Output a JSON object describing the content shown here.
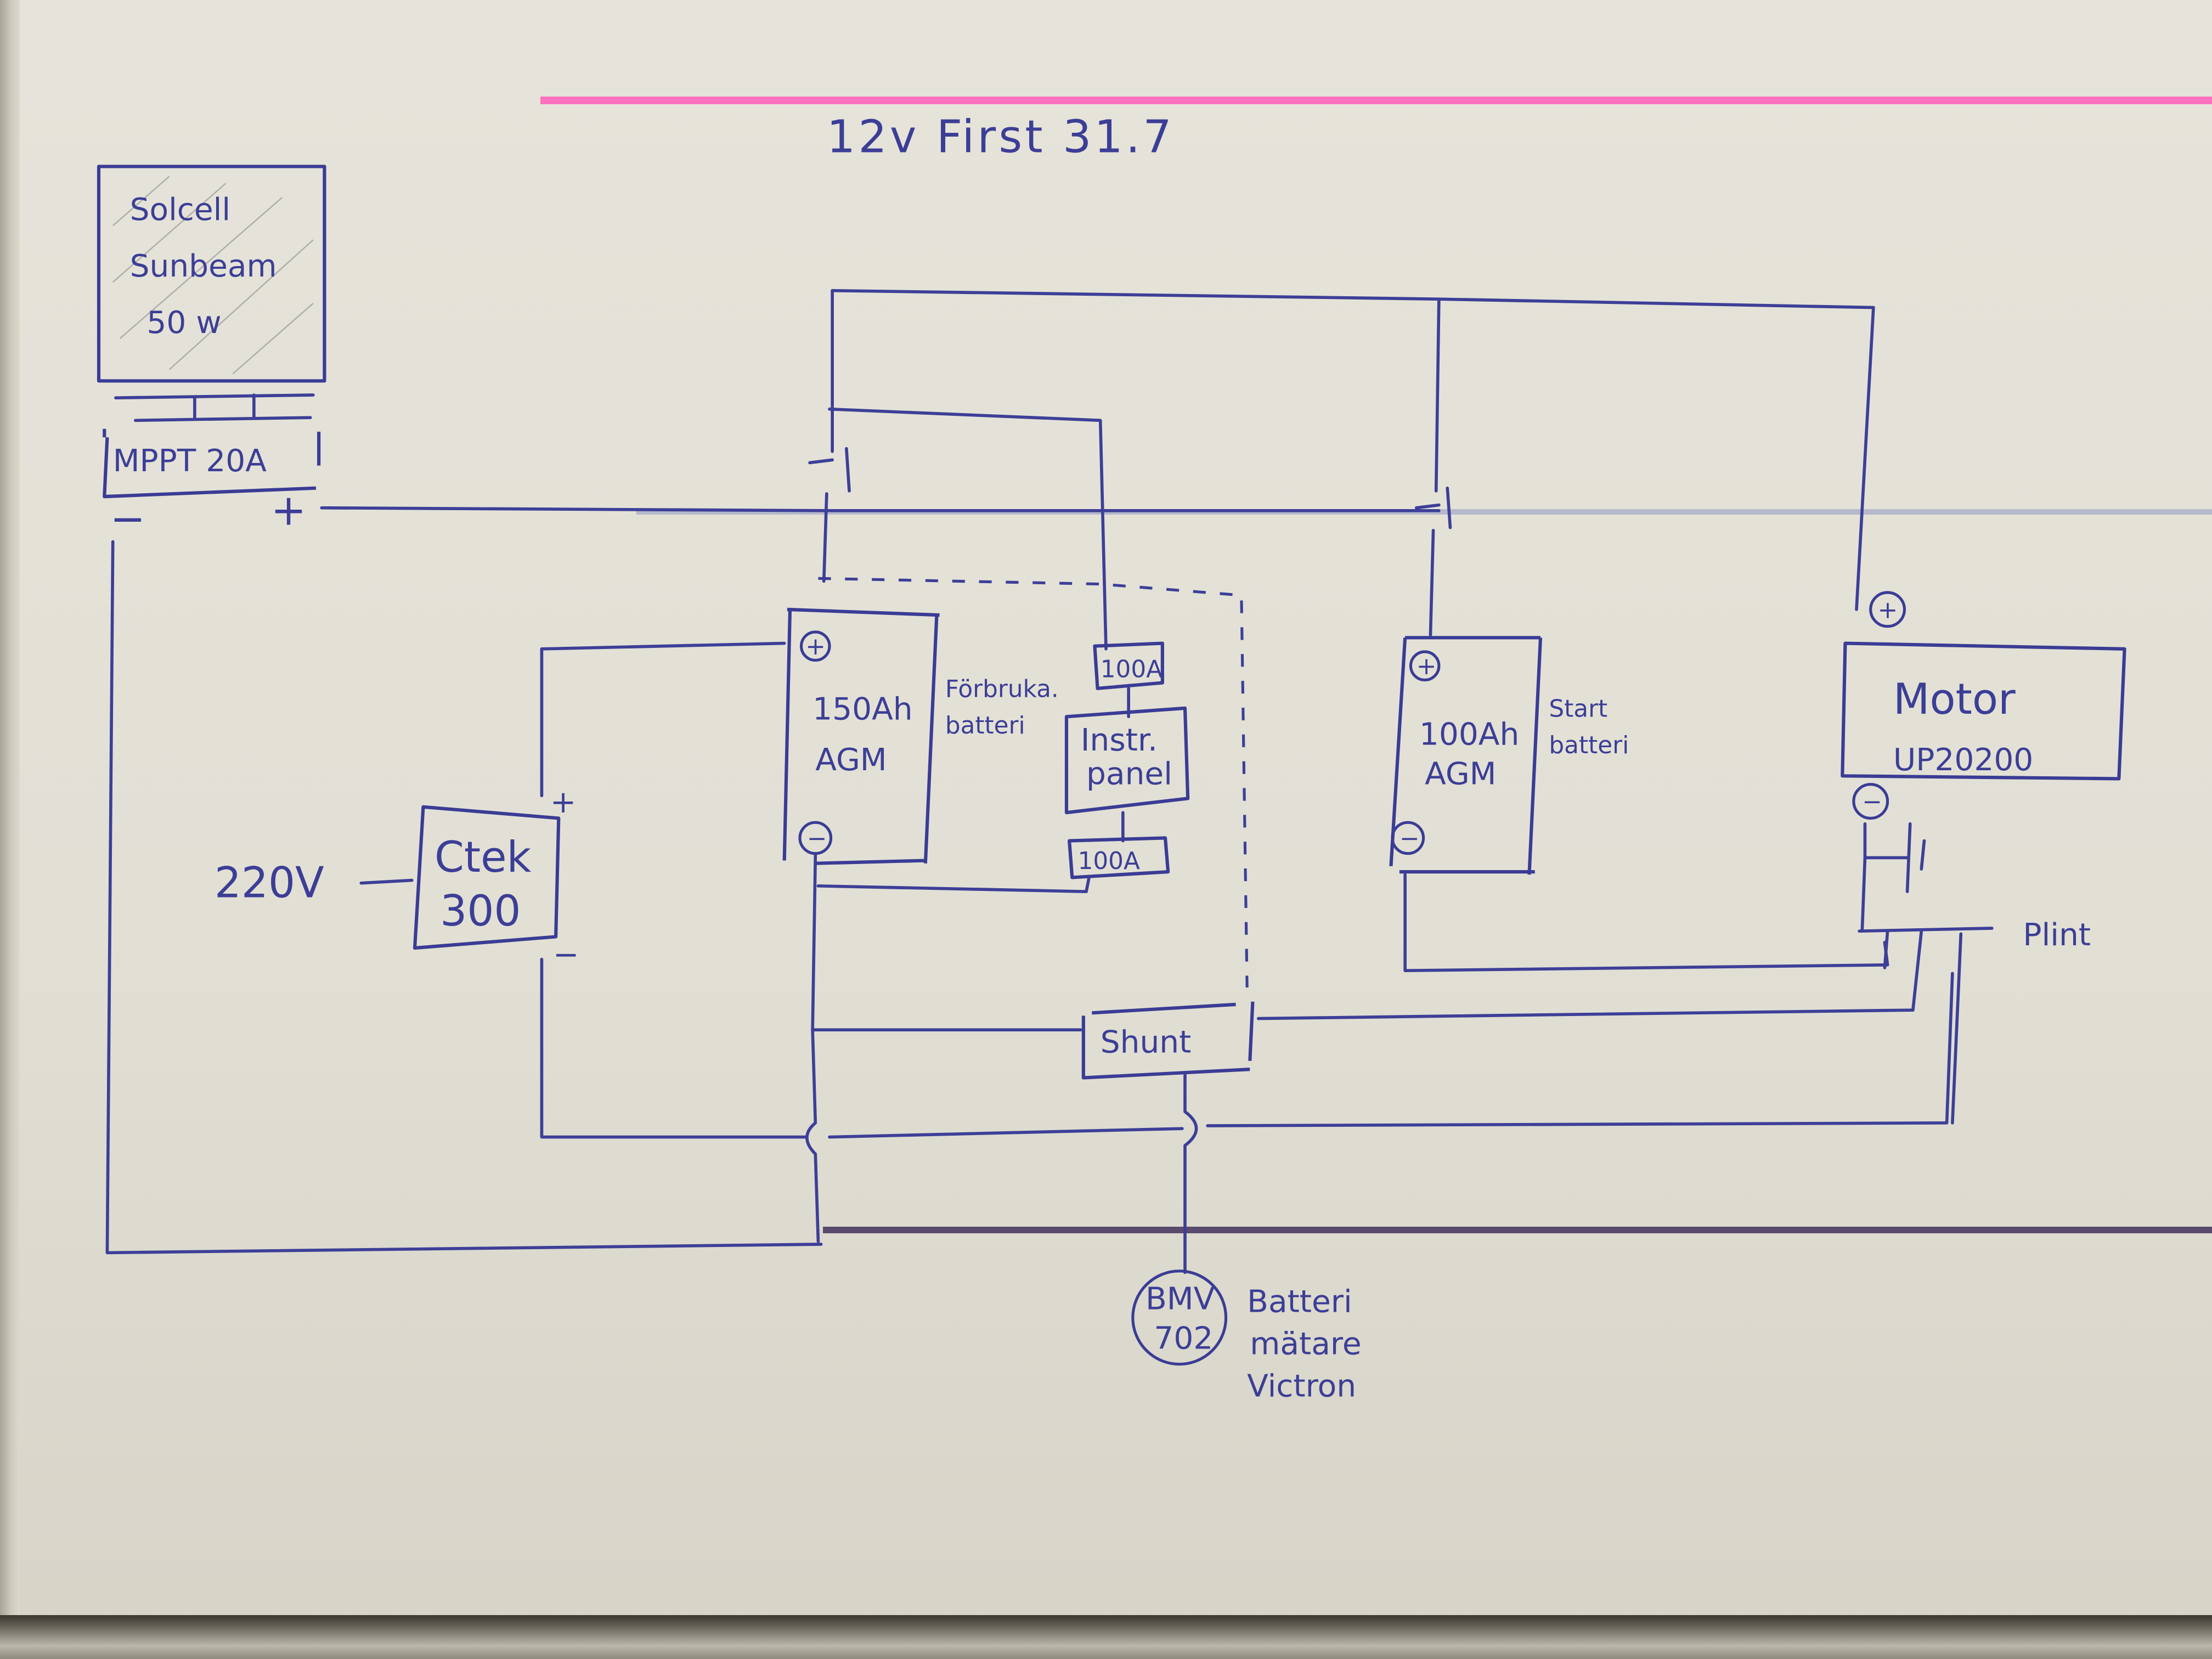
{
  "title": "12v First 31.7",
  "colors": {
    "ink": "#3c3e96",
    "paper": "#e4e2d8",
    "highlight_line": "#ff6fbf"
  },
  "components": {
    "solar_panel": {
      "line1": "Solcell",
      "line2": "Sunbeam",
      "line3": "50 w"
    },
    "mppt": {
      "label": "MPPT 20A",
      "plus": "+",
      "minus": "−"
    },
    "charger": {
      "line1": "Ctek",
      "line2": "300",
      "input": "220V",
      "plus": "+",
      "minus": "−"
    },
    "house_battery": {
      "capacity": "150Ah",
      "type": "AGM",
      "note_line1": "Förbruka.",
      "note_line2": "batteri",
      "plus": "+",
      "minus": "−"
    },
    "fuse_top": {
      "label": "100A"
    },
    "fuse_bottom": {
      "label": "100A"
    },
    "instrument_panel": {
      "line1": "Instr.",
      "line2": "panel"
    },
    "start_battery": {
      "capacity": "100Ah",
      "type": "AGM",
      "note_line1": "Start",
      "note_line2": "batteri",
      "plus": "+",
      "minus": "−"
    },
    "motor": {
      "line1": "Motor",
      "line2": "UP20200",
      "plus": "+",
      "minus": "−"
    },
    "shunt": {
      "label": "Shunt"
    },
    "terminal_block": {
      "label": "Plint"
    },
    "battery_monitor": {
      "line1": "BMV",
      "line2": "702",
      "note_line1": "Batteri",
      "note_line2": "mätare",
      "note_line3": "Victron"
    }
  }
}
